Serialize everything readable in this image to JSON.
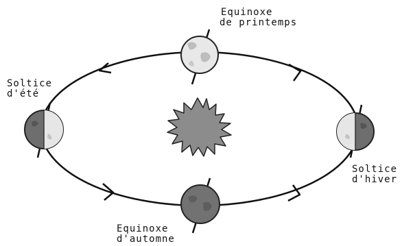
{
  "labels": {
    "spring": [
      "Equinoxe",
      "de printemps"
    ],
    "summer": [
      "Soltice",
      "d'été"
    ],
    "winter": [
      "Soltice",
      "d'hiver"
    ],
    "autumn": [
      "Equinoxe",
      "d'automne"
    ]
  },
  "colors": {
    "orbit": "#111111",
    "sun": "#8c8c8c",
    "earth_dark": "#6e6e6e",
    "earth_light": "#e6e6e6"
  }
}
